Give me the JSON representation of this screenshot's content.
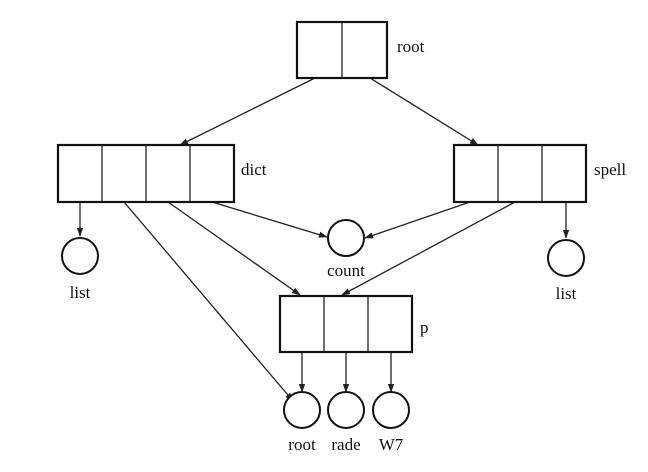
{
  "nodes": {
    "root": {
      "label": "root",
      "cells": 2
    },
    "dict": {
      "label": "dict",
      "cells": 4
    },
    "spell": {
      "label": "spell",
      "cells": 3
    },
    "p": {
      "label": "p",
      "cells": 3
    },
    "count": {
      "label": "count"
    },
    "list_left": {
      "label": "list"
    },
    "list_right": {
      "label": "list"
    },
    "leaf_root": {
      "label": "root"
    },
    "leaf_rade": {
      "label": "rade"
    },
    "leaf_w7": {
      "label": "W7"
    }
  },
  "edges": [
    {
      "from": "root",
      "to": "dict"
    },
    {
      "from": "root",
      "to": "spell"
    },
    {
      "from": "dict",
      "to": "list_left"
    },
    {
      "from": "dict",
      "to": "leaf_root"
    },
    {
      "from": "dict",
      "to": "p"
    },
    {
      "from": "dict",
      "to": "count"
    },
    {
      "from": "spell",
      "to": "count"
    },
    {
      "from": "spell",
      "to": "p"
    },
    {
      "from": "spell",
      "to": "list_right"
    },
    {
      "from": "p",
      "to": "leaf_root"
    },
    {
      "from": "p",
      "to": "leaf_rade"
    },
    {
      "from": "p",
      "to": "leaf_w7"
    }
  ]
}
